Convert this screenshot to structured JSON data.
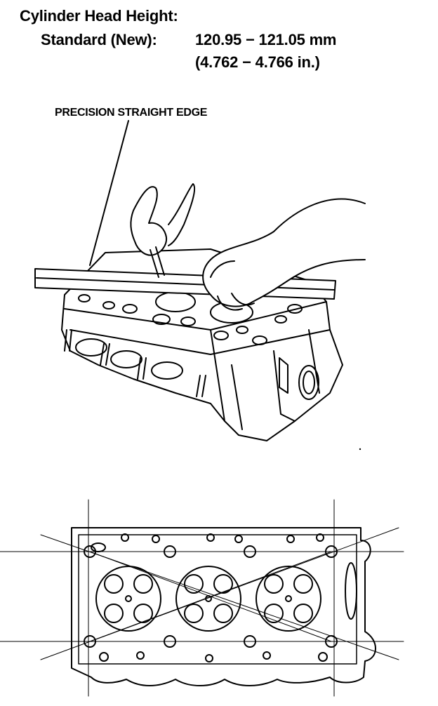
{
  "spec": {
    "title": "Cylinder Head Height:",
    "standard_label": "Standard (New):",
    "standard_mm": "120.95 − 121.05 mm",
    "standard_in": "(4.762 − 4.766 in.)"
  },
  "illustration": {
    "callout_label": "PRECISION STRAIGHT EDGE"
  }
}
